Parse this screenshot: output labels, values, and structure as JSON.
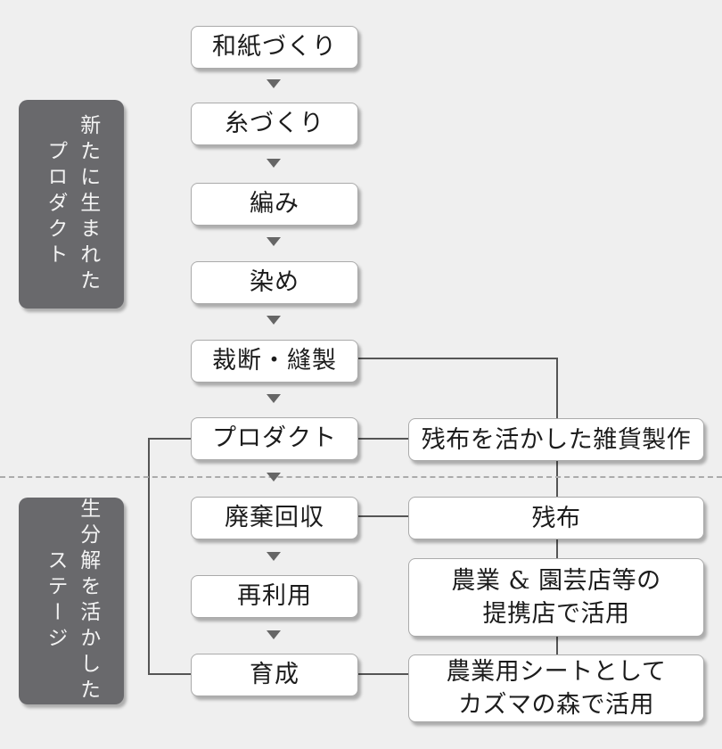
{
  "colors": {
    "background": "#efefef",
    "box_background": "#ffffff",
    "box_border": "#aaaaaa",
    "side_label_background": "#69696c",
    "side_label_text": "#f3f3f3",
    "text": "#1c1c1c",
    "connector_line": "#555555",
    "dashed_divider": "#ababab",
    "arrow": "#666666"
  },
  "side_labels": [
    {
      "lines": [
        "新たに生まれた",
        "プロダクト"
      ]
    },
    {
      "lines": [
        "生分解を活かした",
        "ステージ"
      ]
    }
  ],
  "flow_steps": [
    {
      "label": "和紙づくり"
    },
    {
      "label": "糸づくり"
    },
    {
      "label": "編み"
    },
    {
      "label": "染め"
    },
    {
      "label": "裁断・縫製"
    },
    {
      "label": "プロダクト"
    },
    {
      "label": "廃棄回収"
    },
    {
      "label": "再利用"
    },
    {
      "label": "育成"
    }
  ],
  "right_boxes": [
    {
      "lines": [
        "残布を活かした雑貨製作"
      ]
    },
    {
      "lines": [
        "残布"
      ]
    },
    {
      "lines": [
        "農業 & 園芸店等の",
        "提携店で活用"
      ]
    },
    {
      "lines": [
        "農業用シートとして",
        "カズマの森で活用"
      ]
    }
  ],
  "icons": {
    "flow_arrow": "down-triangle"
  }
}
